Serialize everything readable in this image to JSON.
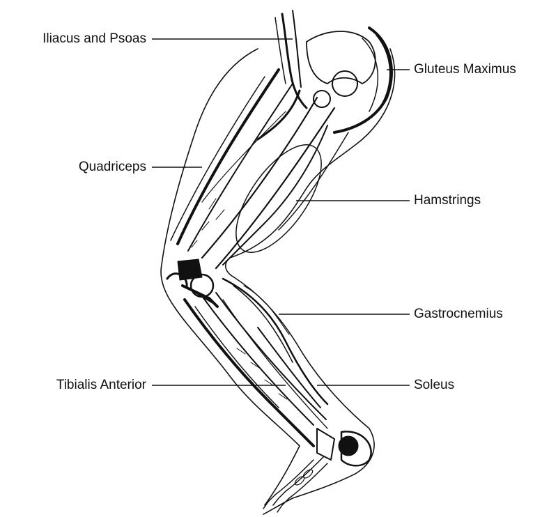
{
  "diagram": {
    "labels_left": {
      "iliacus_psoas": "Iliacus and Psoas",
      "quadriceps": "Quadriceps",
      "tibialis_anterior": "Tibialis Anterior"
    },
    "labels_right": {
      "gluteus_maximus": "Gluteus Maximus",
      "hamstrings": "Hamstrings",
      "gastrocnemius": "Gastrocnemius",
      "soleus": "Soleus"
    }
  },
  "colors": {
    "ink": "#111111",
    "background": "#ffffff"
  }
}
